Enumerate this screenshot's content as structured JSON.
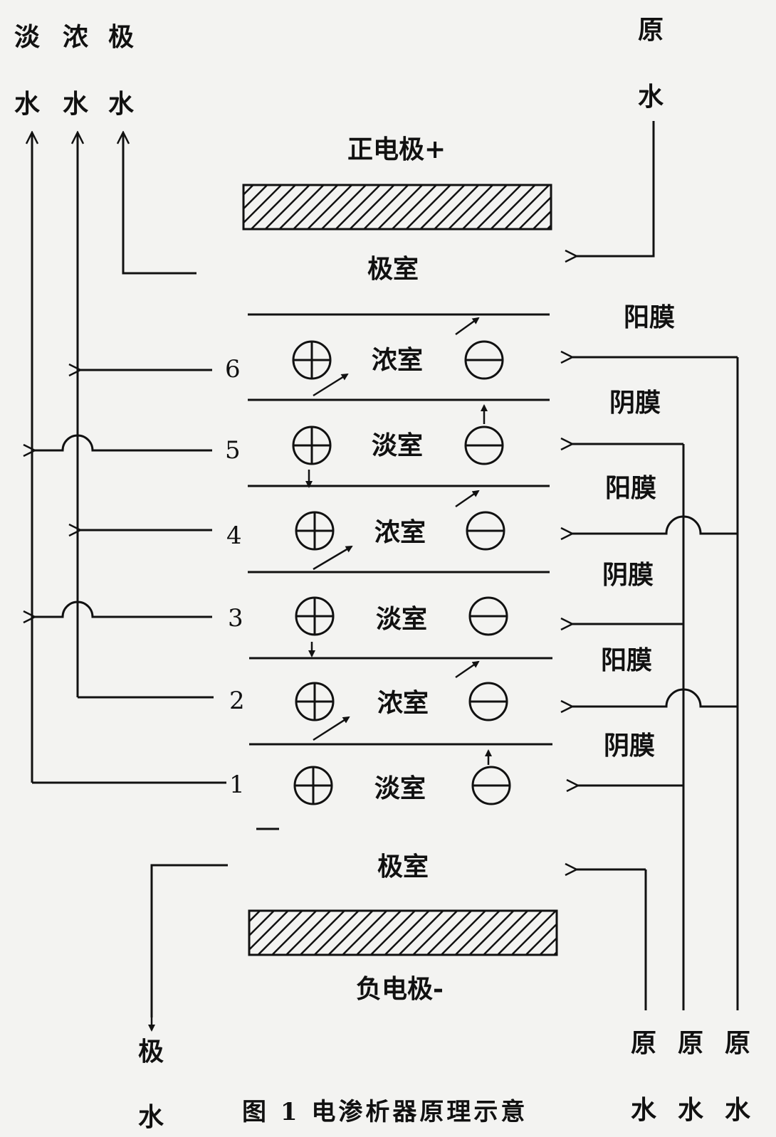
{
  "outlets": {
    "dilute": [
      "淡",
      "水"
    ],
    "concentrate": [
      "浓",
      "水"
    ],
    "electrode": [
      "极",
      "水"
    ]
  },
  "inlet_top": [
    "原",
    "水"
  ],
  "inlets_bottom": [
    [
      "原",
      "水"
    ],
    [
      "原",
      "水"
    ],
    [
      "原",
      "水"
    ]
  ],
  "electrode_water_bottom": [
    "极",
    "水"
  ],
  "positive_electrode": "正电极+",
  "negative_electrode": "负电极-",
  "electrode_chamber": "极室",
  "cells": [
    {
      "num": "6",
      "label": "浓室"
    },
    {
      "num": "5",
      "label": "淡室"
    },
    {
      "num": "4",
      "label": "浓室"
    },
    {
      "num": "3",
      "label": "淡室"
    },
    {
      "num": "2",
      "label": "浓室"
    },
    {
      "num": "1",
      "label": "淡室"
    }
  ],
  "membranes": [
    "阳膜",
    "阴膜",
    "阳膜",
    "阴膜",
    "阳膜",
    "阴膜"
  ],
  "caption": "图 1 电渗析器原理示意"
}
